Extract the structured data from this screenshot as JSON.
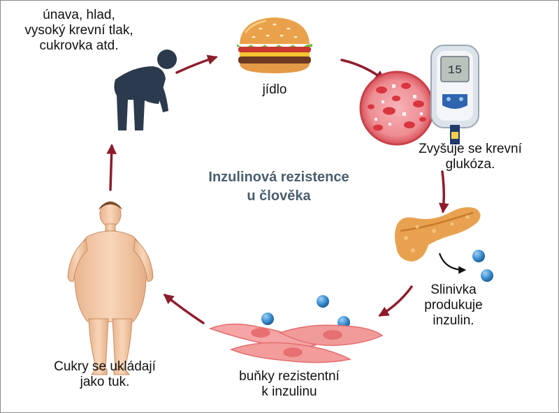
{
  "title": {
    "line1": "Inzulinová rezistence",
    "line2": "u člověka"
  },
  "labels": {
    "symptoms": [
      "únava, hlad,",
      "vysoký krevní tlak,",
      "cukrovka atd."
    ],
    "food": "jídlo",
    "glucose": [
      "Zvyšuje se krevní",
      "glukóza."
    ],
    "pancreas": [
      "Slinivka",
      "produkuje",
      "inzulin."
    ],
    "cells": [
      "buňky rezistentní",
      "k inzulinu"
    ],
    "fat": [
      "Cukry se ukládají",
      "jako tuk."
    ]
  },
  "glucometer": {
    "reading": "15"
  },
  "icons": {
    "tired_person": "tired-person-icon",
    "burger": "burger-icon",
    "blood": "blood-vessel-icon",
    "meter": "glucometer-icon",
    "pancreas": "pancreas-icon",
    "insulin": "insulin-molecule-icon",
    "cells": "muscle-cell-icon",
    "obese_person": "obese-person-icon"
  },
  "colors": {
    "arrow": "#8e1d2c",
    "title": "#4a5e6e",
    "insulin": "#2e7fc2",
    "cell": "#f09a9a",
    "pancreas": "#e8a24f",
    "person_dark": "#2b3a4c",
    "skin": "#f4c9a6"
  }
}
